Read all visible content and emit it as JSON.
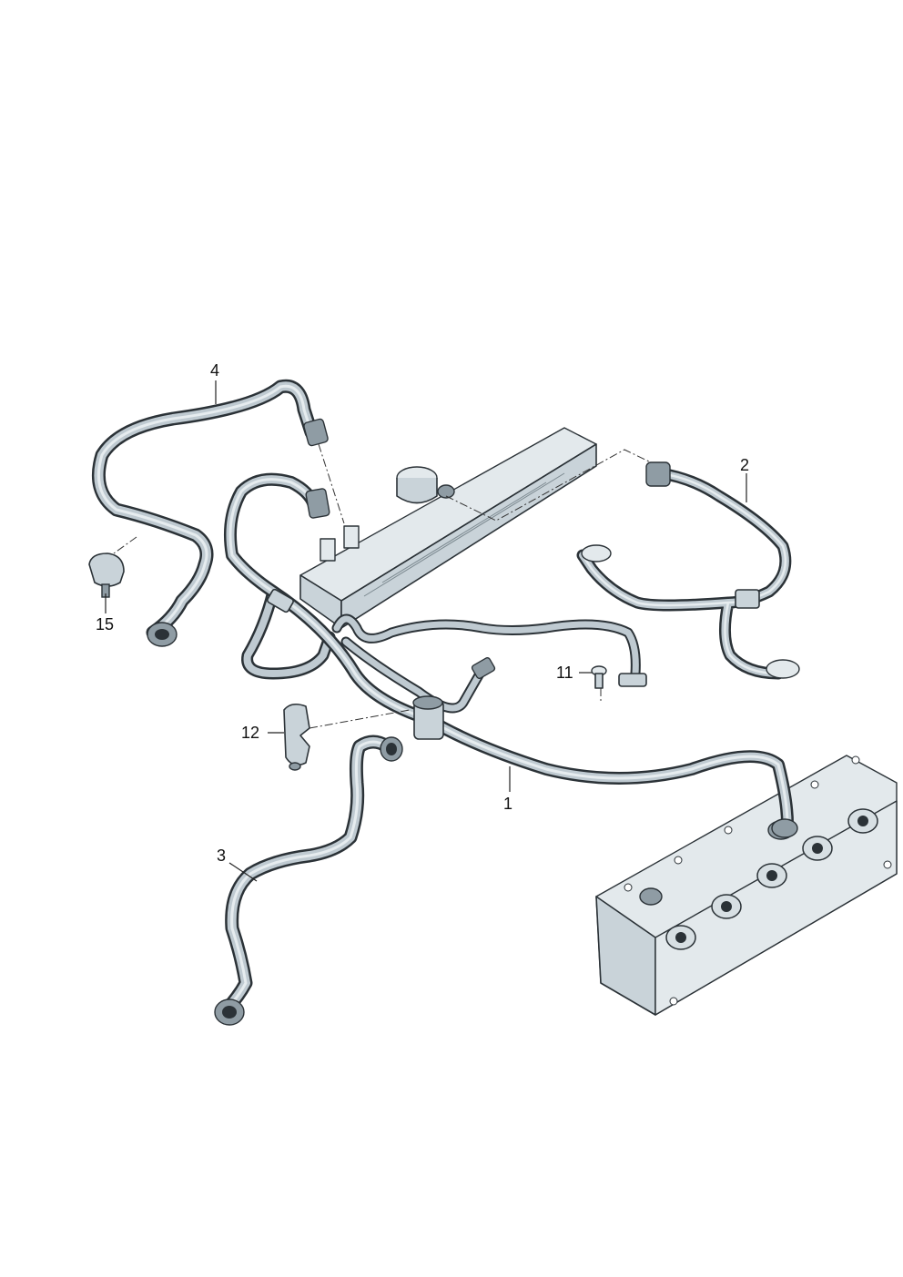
{
  "callouts": {
    "c1": "1",
    "c2": "2",
    "c3": "3",
    "c4": "4",
    "c11": "11",
    "c12": "12",
    "c15": "15"
  }
}
